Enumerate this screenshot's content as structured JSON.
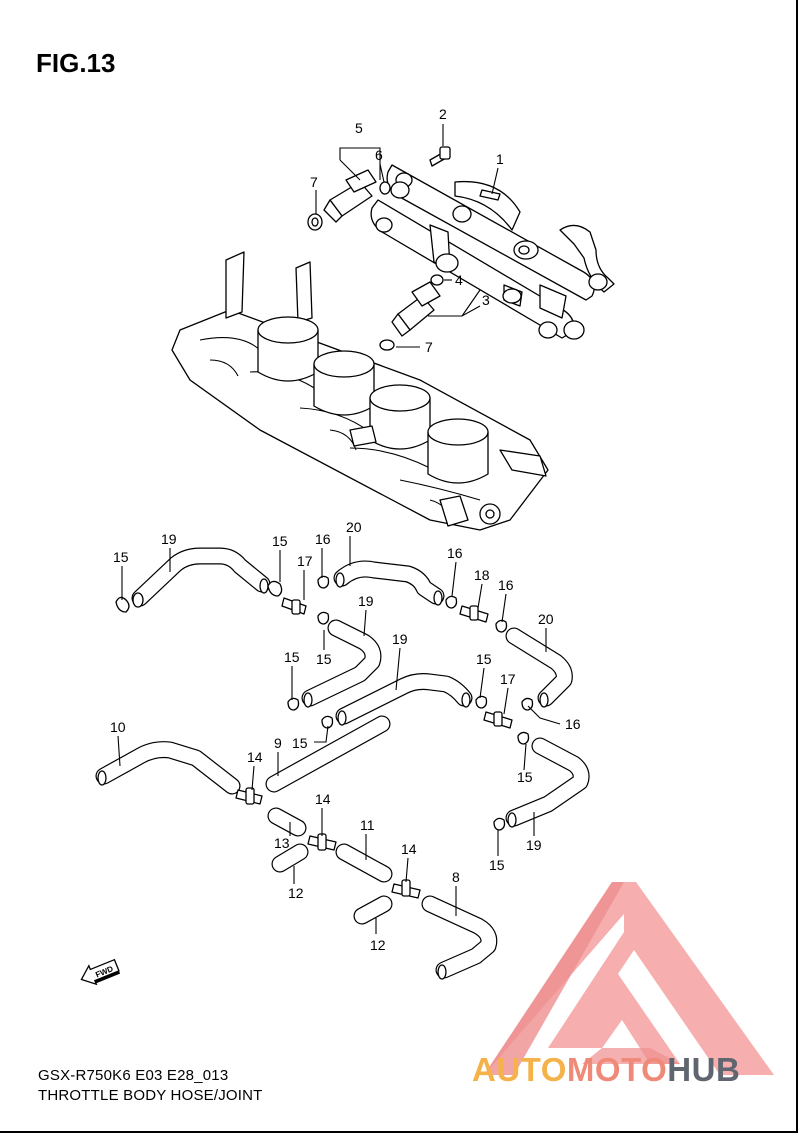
{
  "figure": {
    "title": "FIG.13",
    "model_code": "GSX-R750K6 E03 E28_013",
    "caption": "THROTTLE BODY HOSE/JOINT",
    "direction_marker": "FWD"
  },
  "callouts": [
    "1",
    "2",
    "3",
    "4",
    "5",
    "6",
    "7",
    "7",
    "8",
    "9",
    "10",
    "11",
    "12",
    "12",
    "13",
    "14",
    "14",
    "14",
    "15",
    "15",
    "15",
    "15",
    "15",
    "15",
    "15",
    "15",
    "16",
    "16",
    "16",
    "16",
    "17",
    "17",
    "18",
    "19",
    "19",
    "19",
    "19",
    "20",
    "20"
  ],
  "watermark": {
    "part1": "AUTO",
    "part2": "MOTO",
    "part3": "HUB",
    "colors": {
      "orange": "#f6b24a",
      "salmon": "#f08a78",
      "gray": "#5f6670",
      "triangle": "#f5a0a0"
    }
  }
}
